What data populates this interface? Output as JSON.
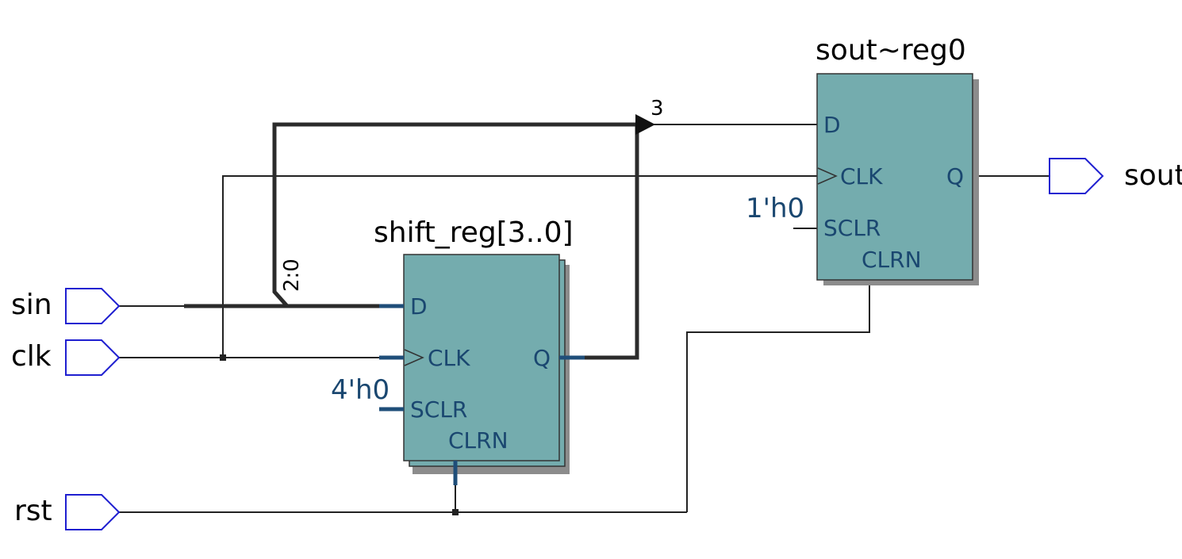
{
  "ports": {
    "sin": "sin",
    "clk": "clk",
    "rst": "rst",
    "sout": "sout"
  },
  "shift_reg": {
    "title": "shift_reg[3..0]",
    "pins": {
      "d": "D",
      "clk": "CLK",
      "sclr": "SCLR",
      "clrn": "CLRN",
      "q": "Q"
    },
    "sclr_const": "4'h0"
  },
  "sout_reg": {
    "title": "sout~reg0",
    "pins": {
      "d": "D",
      "clk": "CLK",
      "sclr": "SCLR",
      "clrn": "CLRN",
      "q": "Q"
    },
    "sclr_const": "1'h0"
  },
  "bus_labels": {
    "bit3": "3",
    "bits2to0": "2:0"
  },
  "colors": {
    "register_fill": "#74acae",
    "register_shadow": "#8c8c8c",
    "pin_text": "#1a4770",
    "port_outline": "#1f1fd0"
  }
}
